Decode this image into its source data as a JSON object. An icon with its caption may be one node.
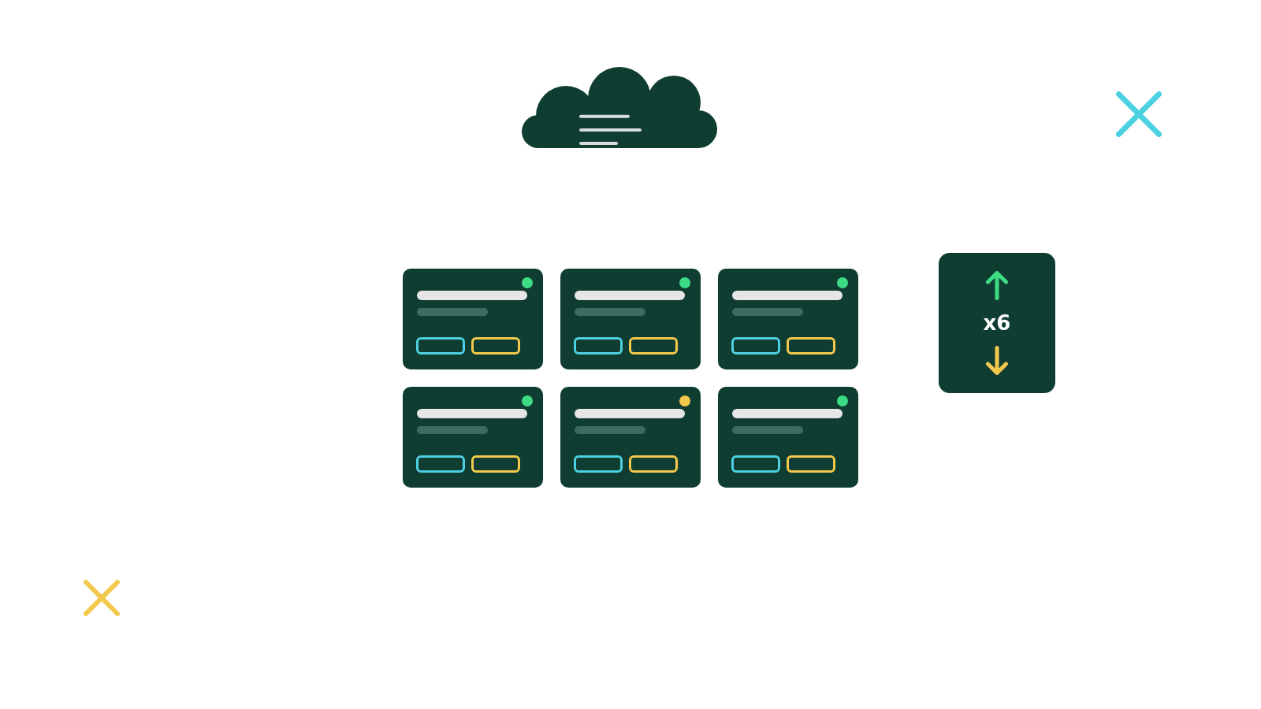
{
  "diagram": {
    "nodes": [
      {
        "text": [],
        "shape": "cloud"
      },
      {
        "text": [],
        "shape": "box"
      },
      {
        "text": [],
        "shape": "box"
      },
      {
        "text": [],
        "shape": "box"
      },
      {
        "text": [],
        "shape": "box"
      },
      {
        "text": [],
        "shape": "box"
      },
      {
        "text": [],
        "shape": "box"
      },
      {
        "text": [
          "x6"
        ]
      }
    ]
  }
}
